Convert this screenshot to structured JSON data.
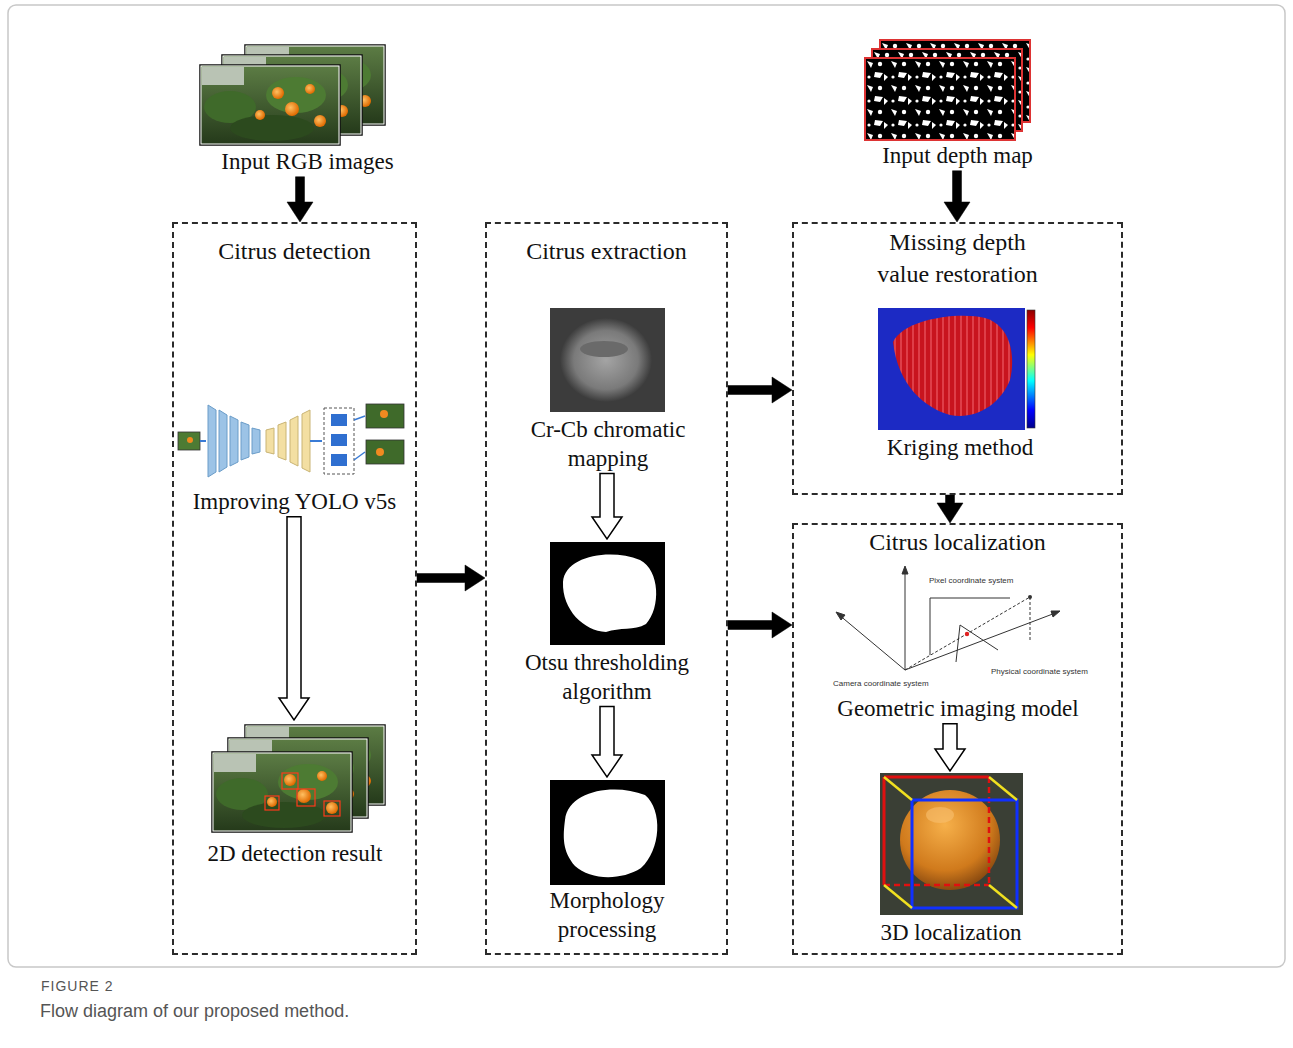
{
  "diagram": {
    "caption": "Flow diagram of our proposed method.",
    "nodes": [
      {
        "text": [
          "Input RGB images"
        ]
      },
      {
        "text": [
          "Citrus detection"
        ]
      },
      {
        "text": [
          "Improving YOLO v5s"
        ],
        "in": 1
      },
      {
        "text": [
          "2D detection result"
        ],
        "in": 1
      },
      {
        "text": [
          "Citrus extraction"
        ]
      },
      {
        "text": [
          "Cr-Cb chromatic mapping"
        ],
        "in": 4
      },
      {
        "text": [
          "Otsu thresholding algorithm"
        ],
        "in": 4
      },
      {
        "text": [
          "Morphology processing"
        ],
        "in": 4
      },
      {
        "text": [
          "Input depth map"
        ]
      },
      {
        "text": [
          "Missing depth value restoration"
        ]
      },
      {
        "text": [
          "Kriging method"
        ],
        "in": 9
      },
      {
        "text": [
          "Citrus localization"
        ]
      },
      {
        "text": [
          "Geometric imaging model"
        ],
        "in": 11
      },
      {
        "text": [
          "3D localization"
        ],
        "in": 11
      }
    ],
    "edges": [
      {
        "from": 0,
        "to": 1,
        "arrow": "to"
      },
      {
        "from": 2,
        "to": 3,
        "arrow": "to"
      },
      {
        "from": 1,
        "to": 4,
        "arrow": "to"
      },
      {
        "from": 5,
        "to": 6,
        "arrow": "to"
      },
      {
        "from": 6,
        "to": 7,
        "arrow": "to"
      },
      {
        "from": 4,
        "to": 9,
        "arrow": "to"
      },
      {
        "from": 8,
        "to": 9,
        "arrow": "to"
      },
      {
        "from": 9,
        "to": 11,
        "arrow": "to"
      },
      {
        "from": 4,
        "to": 11,
        "arrow": "to"
      },
      {
        "from": 12,
        "to": 13,
        "arrow": "to"
      }
    ],
    "labels": [
      "FIGURE 2",
      "Pixel coordinate system",
      "Camera coordinate system",
      "Physical coordinate system"
    ]
  }
}
